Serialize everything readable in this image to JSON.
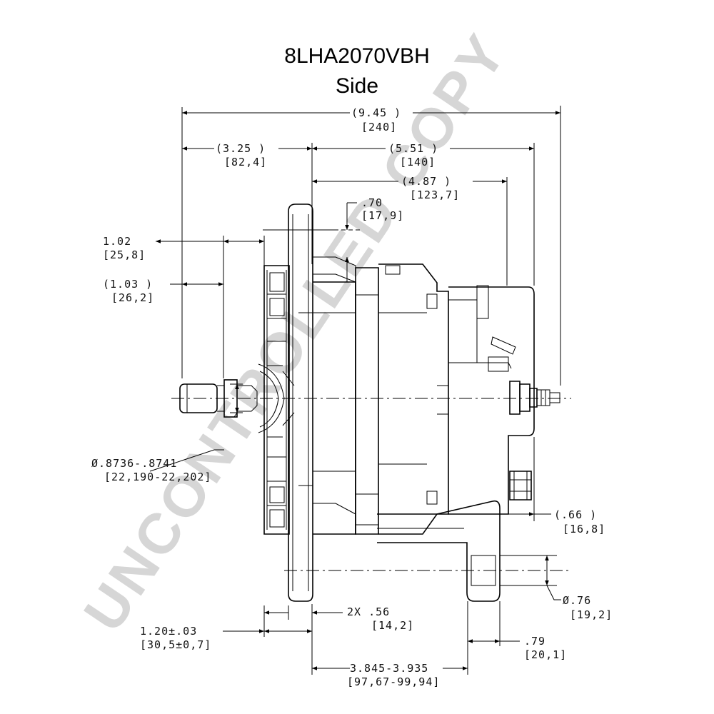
{
  "title": {
    "model": "8LHA2070VBH",
    "view": "Side"
  },
  "watermark": "UNCONTROLLED COPY",
  "dimensions": {
    "overall": {
      "inch": "(9.45 )",
      "mm": "[240]"
    },
    "front": {
      "inch": "(3.25   )",
      "mm": "[82,4]"
    },
    "rear": {
      "inch": "(5.51 )",
      "mm": "[140]"
    },
    "body": {
      "inch": "(4.87    )",
      "mm": "[123,7]"
    },
    "fan_gap": {
      "inch": ".70",
      "mm": "[17,9]"
    },
    "shaft_len": {
      "inch": "1.02",
      "mm": "[25,8]"
    },
    "shaft_total": {
      "inch": "(1.03   )",
      "mm": "[26,2]"
    },
    "shaft_dia": {
      "inch": "Ø.8736-.8741",
      "mm": "[22,190-22,202]"
    },
    "terminal": {
      "inch": "(.66     )",
      "mm": "[16,8]"
    },
    "hole_dia": {
      "inch": "Ø.76",
      "mm": "[19,2]"
    },
    "flange_thick": {
      "inch": "1.20±.03",
      "mm": "[30,5±0,7]"
    },
    "slot": {
      "inch": "2X  .56",
      "mm": "[14,2]"
    },
    "foot": {
      "inch": ".79",
      "mm": "[20,1]"
    },
    "mount_span": {
      "inch": "3.845-3.935",
      "mm": "[97,67-99,94]"
    }
  },
  "colors": {
    "line": "#000000",
    "watermark": "#d6d6d6",
    "background": "#ffffff"
  }
}
